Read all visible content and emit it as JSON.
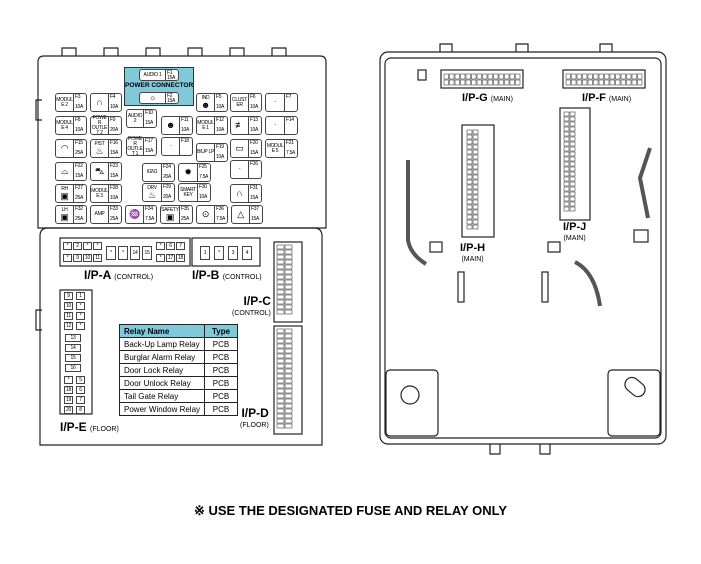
{
  "power_connector": {
    "title": "POWER CONNECTOR",
    "fuses": [
      {
        "id": "F1",
        "name": "AUDIO 1",
        "amp": "15A"
      },
      {
        "id": "F2",
        "name": "",
        "icon": "room-lamp-icon",
        "amp": "15A"
      }
    ]
  },
  "fuses": [
    {
      "id": "F3",
      "name": "MODULE 2",
      "amp": "10A"
    },
    {
      "id": "F4",
      "name": "",
      "icon": "horn-icon",
      "amp": "10A"
    },
    {
      "id": "F5",
      "name": "IND",
      "icon": "airbag-icon",
      "amp": "10A"
    },
    {
      "id": "F6",
      "name": "CLUSTER",
      "amp": "10A"
    },
    {
      "id": "F7",
      "name": "-",
      "amp": ""
    },
    {
      "id": "F8",
      "name": "MODULE 4",
      "amp": "10A"
    },
    {
      "id": "F9",
      "name": "POWER OUTLET 2",
      "amp": "20A"
    },
    {
      "id": "F10",
      "name": "AUDIO 2",
      "amp": "15A"
    },
    {
      "id": "F11",
      "name": "",
      "icon": "airbag-icon",
      "amp": "10A"
    },
    {
      "id": "F12",
      "name": "MODULE 1",
      "amp": "10A"
    },
    {
      "id": "F13",
      "name": "",
      "icon": "fog-lamp-icon",
      "amp": "10A"
    },
    {
      "id": "F14",
      "name": "-",
      "amp": ""
    },
    {
      "id": "F15",
      "name": "",
      "icon": "wiper-icon",
      "amp": "25A"
    },
    {
      "id": "F16",
      "name": "P/ST",
      "icon": "seat-heater-icon",
      "amp": "15A"
    },
    {
      "id": "F17",
      "name": "POWER OUTLET 1",
      "amp": "15A"
    },
    {
      "id": "F18",
      "name": "-",
      "amp": ""
    },
    {
      "id": "F19",
      "name": "B/UP LP",
      "amp": "10A"
    },
    {
      "id": "F20",
      "name": "",
      "icon": "door-icon",
      "amp": "15A"
    },
    {
      "id": "F21",
      "name": "MODULE 5",
      "amp": "7.5A"
    },
    {
      "id": "F22",
      "name": "",
      "icon": "rear-wiper-icon",
      "amp": "15A"
    },
    {
      "id": "F23",
      "name": "",
      "icon": "car-icon",
      "amp": "15A"
    },
    {
      "id": "F24",
      "name": "IGN1",
      "amp": "20A"
    },
    {
      "id": "F25",
      "name": "",
      "icon": "sun-icon",
      "amp": "7.5A"
    },
    {
      "id": "F26",
      "name": "-",
      "amp": ""
    },
    {
      "id": "F27",
      "name": "RH",
      "icon": "power-window-icon",
      "amp": "25A"
    },
    {
      "id": "F28",
      "name": "MODULE 3",
      "amp": "10A"
    },
    {
      "id": "F29",
      "name": "DRV",
      "icon": "seat-heater-icon",
      "amp": "20A"
    },
    {
      "id": "F30",
      "name": "SMART KEY",
      "amp": "10A"
    },
    {
      "id": "F31",
      "name": "",
      "icon": "horn-icon",
      "amp": "15A"
    },
    {
      "id": "F32",
      "name": "LH",
      "icon": "power-window-icon",
      "amp": "25A"
    },
    {
      "id": "F33",
      "name": "AMP",
      "amp": "25A"
    },
    {
      "id": "F34",
      "name": "",
      "icon": "defroster-icon",
      "amp": "7.5A"
    },
    {
      "id": "F35",
      "name": "SAFETY",
      "icon": "power-window-icon",
      "amp": "25A"
    },
    {
      "id": "F36",
      "name": "",
      "icon": "tpms-icon",
      "amp": "7.5A"
    },
    {
      "id": "F37",
      "name": "",
      "icon": "hazard-icon",
      "amp": "15A"
    }
  ],
  "connectors": {
    "ipa": {
      "name": "I/P-A",
      "sub": "(CONTROL)",
      "pins": [
        "*",
        "2",
        "*",
        "*",
        "*",
        "9",
        "10",
        "11",
        "*",
        "*",
        "14",
        "15",
        "*",
        "6",
        "7",
        "*",
        "17",
        "18"
      ]
    },
    "ipb": {
      "name": "I/P-B",
      "sub": "(CONTROL)",
      "pins": [
        "1",
        "*",
        "3",
        "4"
      ]
    },
    "ipc": {
      "name": "I/P-C",
      "sub": "(CONTROL)"
    },
    "ipd": {
      "name": "I/P-D",
      "sub": "(FLOOR)"
    },
    "ipe": {
      "name": "I/P-E",
      "sub": "(FLOOR)",
      "pins": [
        "9",
        "1",
        "10",
        "*",
        "11",
        "*",
        "12",
        "*",
        "13",
        "14",
        "15",
        "16",
        "*",
        "5",
        "18",
        "6",
        "19",
        "7",
        "20",
        "8"
      ]
    },
    "ipf": {
      "name": "I/P-F",
      "sub": "(MAIN)"
    },
    "ipg": {
      "name": "I/P-G",
      "sub": "(MAIN)"
    },
    "iph": {
      "name": "I/P-H",
      "sub": "(MAIN)"
    },
    "ipj": {
      "name": "I/P-J",
      "sub": "(MAIN)"
    }
  },
  "relay_table": {
    "headers": [
      "Relay Name",
      "Type"
    ],
    "rows": [
      [
        "Back-Up Lamp Relay",
        "PCB"
      ],
      [
        "Burglar Alarm Relay",
        "PCB"
      ],
      [
        "Door Lock Relay",
        "PCB"
      ],
      [
        "Door Unlock Relay",
        "PCB"
      ],
      [
        "Tail Gate Relay",
        "PCB"
      ],
      [
        "Power Window Relay",
        "PCB"
      ]
    ]
  },
  "note": "※ USE THE DESIGNATED FUSE AND RELAY ONLY"
}
